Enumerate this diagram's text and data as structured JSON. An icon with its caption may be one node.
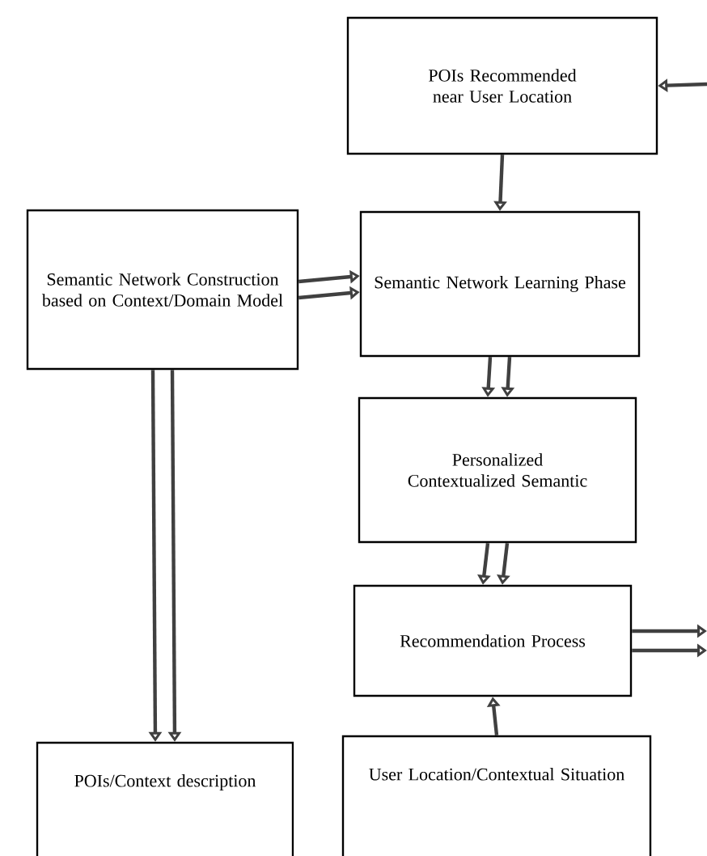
{
  "diagram": {
    "nodes": [
      {
        "text": [
          "POIs Recommended near User Location"
        ]
      },
      {
        "text": [
          "Semantic Network Construction based on Context/Domain Model"
        ]
      },
      {
        "text": [
          "Semantic Network Learning Phase"
        ]
      },
      {
        "text": [
          "Personalized Contextualized Semantic"
        ]
      },
      {
        "text": [
          "Recommendation Process"
        ]
      },
      {
        "text": [
          "POIs/Context description"
        ]
      },
      {
        "text": [
          "User Location/Contextual Situation"
        ]
      }
    ],
    "edges": [
      {
        "from": null,
        "to": 0,
        "arrow": "to"
      },
      {
        "from": 0,
        "to": 2,
        "arrow": "to"
      },
      {
        "from": 1,
        "to": 2,
        "arrow": "to"
      },
      {
        "from": 1,
        "to": 2,
        "arrow": "to"
      },
      {
        "from": 2,
        "to": 3,
        "arrow": "to"
      },
      {
        "from": 2,
        "to": 3,
        "arrow": "to"
      },
      {
        "from": 3,
        "to": 4,
        "arrow": "to"
      },
      {
        "from": 3,
        "to": 4,
        "arrow": "to"
      },
      {
        "from": 1,
        "to": 5,
        "arrow": "to"
      },
      {
        "from": 1,
        "to": 5,
        "arrow": "to"
      },
      {
        "from": 4,
        "to": null,
        "arrow": "to"
      },
      {
        "from": 4,
        "to": null,
        "arrow": "to"
      },
      {
        "from": 6,
        "to": 4,
        "arrow": "to"
      }
    ]
  }
}
